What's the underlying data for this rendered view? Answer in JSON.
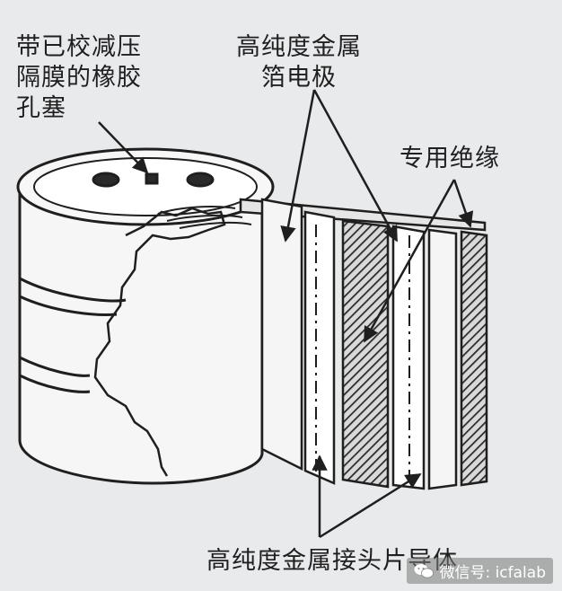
{
  "labels": {
    "membrane_stopper": "带已校减压隔膜的橡胶孔塞",
    "foil_electrode_line1": "高纯度金属",
    "foil_electrode_line2": "箔电极",
    "insulation": "专用绝缘",
    "lead_tabs": "高纯度金属接头片导体"
  },
  "watermark": {
    "text": "微信号: icfalab",
    "icon": "wechat-icon"
  },
  "colors": {
    "background": "#e9eaec",
    "ink": "#1f1f1f",
    "hatch": "#2a2a2a"
  }
}
